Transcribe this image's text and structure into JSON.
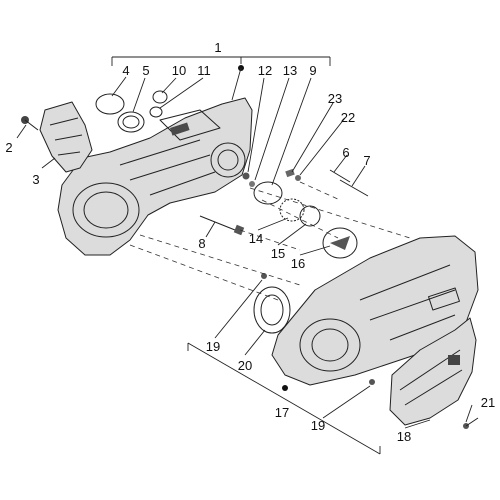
{
  "labels": {
    "p1": "1",
    "p2": "2",
    "p3": "3",
    "p4": "4",
    "p5": "5",
    "p6": "6",
    "p7": "7",
    "p8": "8",
    "p9": "9",
    "p10": "10",
    "p11": "11",
    "p12": "12",
    "p13": "13",
    "p14": "14",
    "p15": "15",
    "p16": "16",
    "p17": "17",
    "p18": "18",
    "p19a": "19",
    "p19b": "19",
    "p20": "20",
    "p21": "21",
    "p22": "22",
    "p23": "23"
  }
}
